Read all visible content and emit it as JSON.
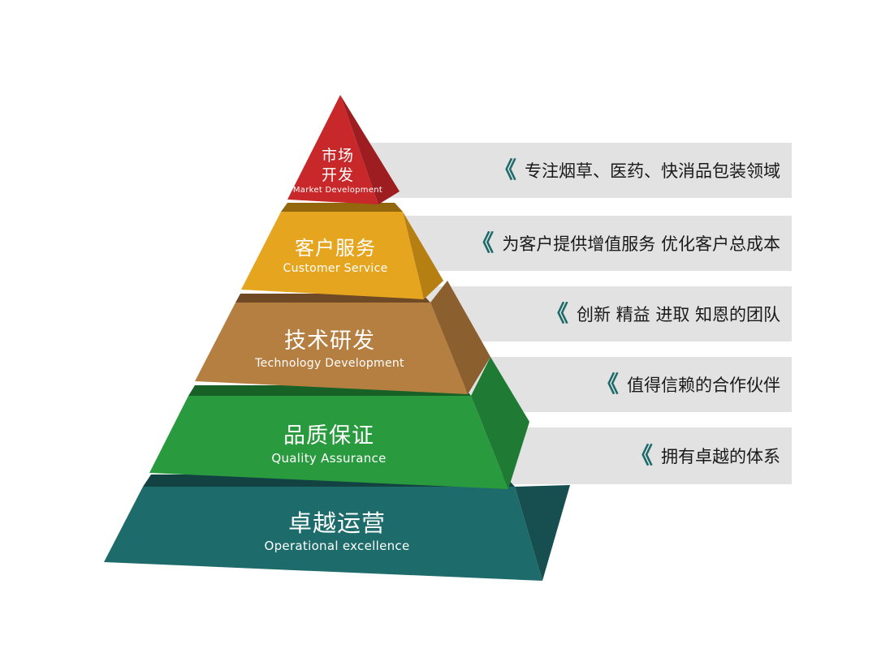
{
  "pyramid": {
    "levels": [
      {
        "zh": "卓越运营",
        "en": "Operational excellence",
        "color_front": "#1d6b6b",
        "color_side": "#174f50",
        "color_top": "#124242"
      },
      {
        "zh": "品质保证",
        "en": "Quality Assurance",
        "color_front": "#2a9a3e",
        "color_side": "#1f7a33",
        "color_top": "#176026"
      },
      {
        "zh": "技术研发",
        "en": "Technology Development",
        "color_front": "#b67f42",
        "color_side": "#8c5f2f",
        "color_top": "#6f4a25"
      },
      {
        "zh": "客户服务",
        "en": "Customer Service",
        "color_front": "#e6a51f",
        "color_side": "#b57f12",
        "color_top": "#93670d"
      },
      {
        "zh_line1": "市场",
        "zh_line2": "开发",
        "en": "Market Development",
        "color_front": "#c8282a",
        "color_side": "#9d1d20",
        "color_top": "#7f1618"
      }
    ]
  },
  "descriptions": [
    "专注烟草、医药、快消品包装领域",
    "为客户提供增值服务 优化客户总成本",
    "创新 精益 进取 知恩的团队",
    "值得信赖的合作伙伴",
    "拥有卓越的体系"
  ],
  "chevron_glyph": "《",
  "accent_color": "#1d6a6a"
}
